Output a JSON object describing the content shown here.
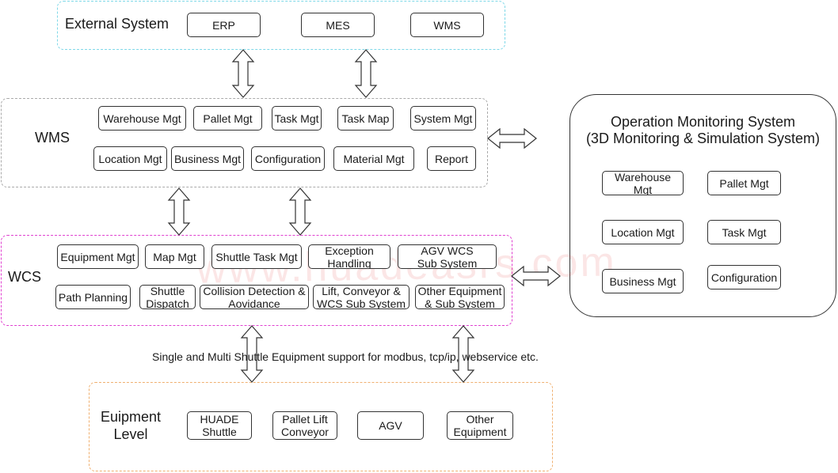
{
  "external": {
    "title": "External System",
    "items": [
      "ERP",
      "MES",
      "WMS"
    ]
  },
  "wms": {
    "title": "WMS",
    "row1": [
      "Warehouse Mgt",
      "Pallet Mgt",
      "Task Mgt",
      "Task Map",
      "System Mgt"
    ],
    "row2": [
      "Location Mgt",
      "Business Mgt",
      "Configuration",
      "Material Mgt",
      "Report"
    ]
  },
  "wcs": {
    "title": "WCS",
    "row1": [
      "Equipment Mgt",
      "Map Mgt",
      "Shuttle Task Mgt",
      "Exception\nHandling",
      "AGV WCS\nSub System"
    ],
    "row2": [
      "Path Planning",
      "Shuttle\nDispatch",
      "Collision Detection &\nAovidance",
      "Lift, Conveyor &\nWCS Sub System",
      "Other Equipment\n& Sub System"
    ]
  },
  "protocol_note": "Single and Multi Shuttle Equipment support for modbus, tcp/ip, webservice etc.",
  "equipment": {
    "title": "Euipment\nLevel",
    "items": [
      "HUADE\nShuttle",
      "Pallet Lift\nConveyor",
      "AGV",
      "Other\nEquipment"
    ]
  },
  "operation": {
    "title": "Operation Monitoring System",
    "subtitle": "(3D Monitoring & Simulation System)",
    "items": [
      "Warehouse\nMgt",
      "Pallet Mgt",
      "Location Mgt",
      "Task Mgt",
      "Business Mgt",
      "Configuration"
    ]
  },
  "watermark": "www.huadeasrs.com",
  "colors": {
    "external_border": "#7fd8e8",
    "wms_border": "#aaaaaa",
    "wcs_border": "#e040d0",
    "equipment_border": "#f0b070",
    "watermark": "#e86464"
  }
}
